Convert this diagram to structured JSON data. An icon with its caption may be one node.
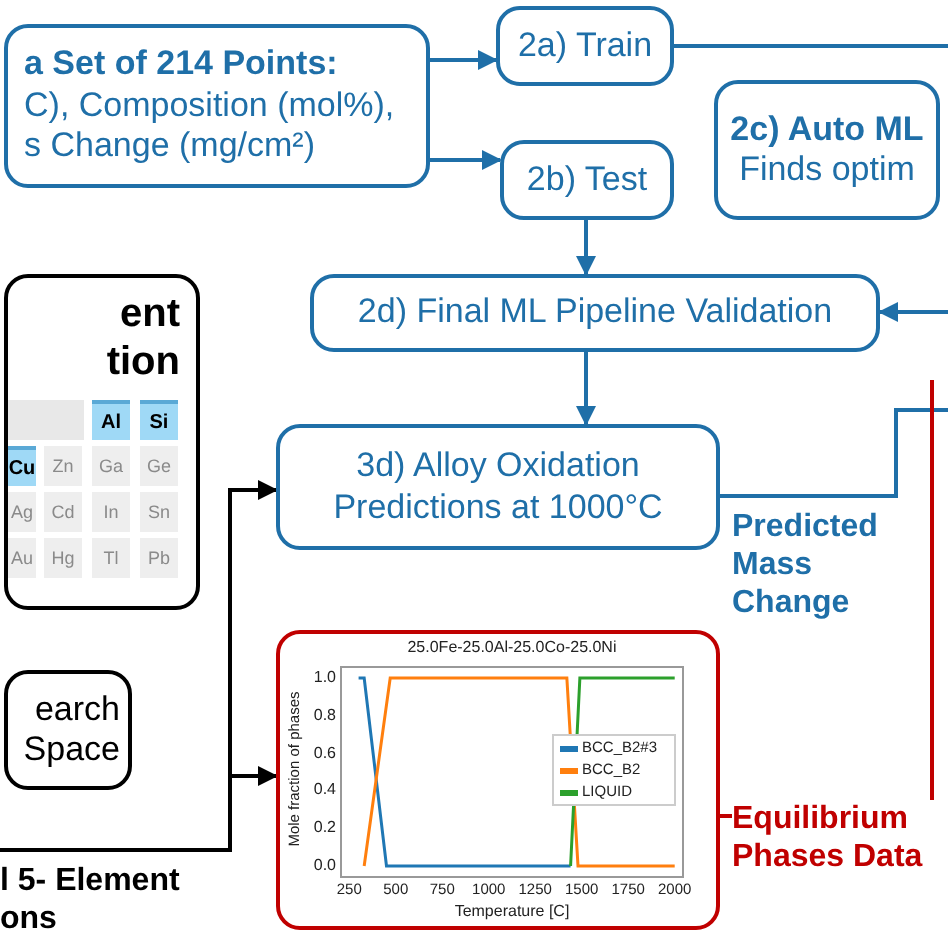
{
  "diagram": {
    "nodes": [
      {
        "text": [
          "a Set of 214 Points:",
          "C), Composition (mol%), s Change (mg/cm²)"
        ]
      },
      {
        "text": [
          "2a) Train"
        ]
      },
      {
        "text": [
          "2b) Test"
        ]
      },
      {
        "text": [
          "2c) Auto ML",
          "Finds optim"
        ]
      },
      {
        "text": [
          "2d) Final ML Pipeline Validation"
        ]
      },
      {
        "text": [
          "3d) Alloy Oxidation Predictions at 1000°C"
        ]
      },
      {
        "text": [
          "ent tion"
        ]
      },
      {
        "text": [
          "earch Space"
        ]
      },
      {
        "text": [],
        "shape": "picture"
      }
    ],
    "edges": [
      {
        "from": 0,
        "to": 1,
        "arrow": "to"
      },
      {
        "from": 0,
        "to": 2,
        "arrow": "to"
      },
      {
        "from": 1,
        "to": null,
        "arrow": "none"
      },
      {
        "from": 2,
        "to": 4,
        "arrow": "to"
      },
      {
        "from": null,
        "to": 4,
        "arrow": "to"
      },
      {
        "from": 4,
        "to": 5,
        "arrow": "to"
      },
      {
        "from": null,
        "to": 5,
        "arrow": "to",
        "color": "#000000"
      },
      {
        "from": null,
        "to": 8,
        "arrow": "to",
        "color": "#000000"
      },
      {
        "from": 5,
        "to": null,
        "arrow": "none",
        "label": "Predicted Mass Change"
      },
      {
        "from": 8,
        "to": null,
        "arrow": "none",
        "label": "Equilibrium Phases Data",
        "color": "#c00000"
      }
    ],
    "labels": [
      "Al",
      "Si",
      "Cu",
      "Zn",
      "Ga",
      "Ge",
      "Ag",
      "Cd",
      "In",
      "Sn",
      "Au",
      "Hg",
      "Tl",
      "Pb",
      "l 5- Element ons",
      "25.0Fe-25.0Al-25.0Co-25.0Ni",
      "Mole fraction of phases",
      "1.0",
      "0.8",
      "0.6",
      "0.4",
      "0.2",
      "0.0",
      "250",
      "500",
      "750",
      "1000",
      "1250",
      "1500",
      "1750",
      "2000",
      "Temperature [C]"
    ],
    "legend": [
      {
        "text": "BCC_B2#3"
      },
      {
        "text": "BCC_B2"
      },
      {
        "text": "LIQUID"
      }
    ]
  }
}
